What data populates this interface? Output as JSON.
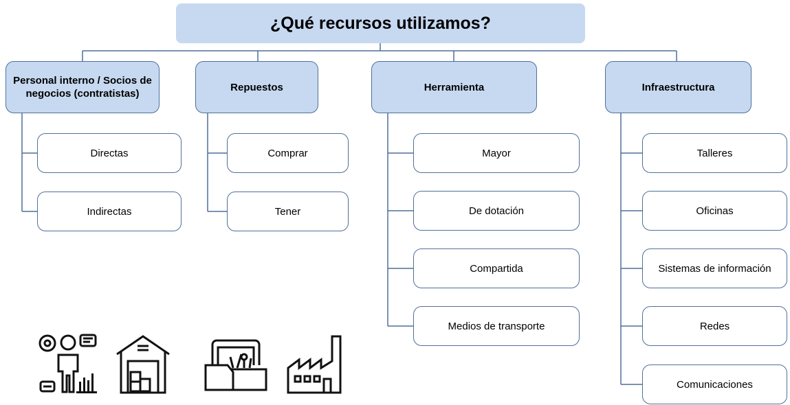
{
  "title": "¿Qué recursos utilizamos?",
  "categories": [
    {
      "label": "Personal interno / Socios de negocios (contratistas)",
      "items": [
        "Directas",
        "Indirectas"
      ]
    },
    {
      "label": "Repuestos",
      "items": [
        "Comprar",
        "Tener"
      ]
    },
    {
      "label": "Herramienta",
      "items": [
        "Mayor",
        "De dotación",
        "Compartida",
        "Medios de transporte"
      ]
    },
    {
      "label": "Infraestructura",
      "items": [
        "Talleres",
        "Oficinas",
        "Sistemas de información",
        "Redes",
        "Comunicaciones"
      ]
    }
  ],
  "icons": [
    "personnel-analytics-icon",
    "warehouse-icon",
    "toolbox-icon",
    "factory-icon"
  ],
  "colors": {
    "box_fill": "#c6d9f1",
    "line": "#4f6f9a"
  }
}
